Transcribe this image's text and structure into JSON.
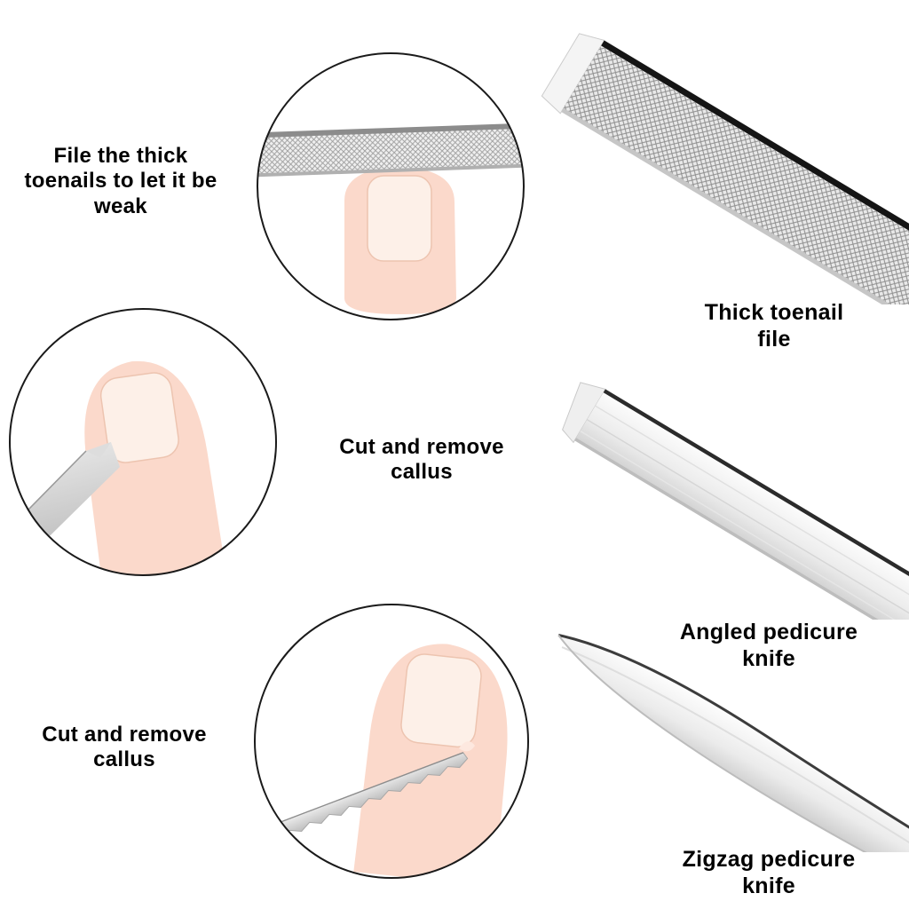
{
  "page": {
    "type": "product-usage-infographic",
    "background": "#ffffff"
  },
  "colors": {
    "text": "#000000",
    "circle_outline": "#1a1a1a",
    "skin": "#fbd9cb",
    "nail": "#fdf0e8",
    "nail_border": "#edc4b0",
    "metal_light": "#f2f2f2",
    "metal_mid": "#d9d9d9",
    "metal_dark": "#8f8f8f",
    "edge_dark": "#1c1c1c"
  },
  "sections": [
    {
      "id": "thick-toenail-file",
      "usage_caption": "File the thick\ntoenails to let it be\nweak",
      "product_label": "Thick toenail\nfile"
    },
    {
      "id": "angled-pedicure-knife",
      "usage_caption": "Cut and remove\ncallus",
      "product_label": "Angled pedicure\nknife"
    },
    {
      "id": "zigzag-pedicure-knife",
      "usage_caption": "Cut and remove\ncallus",
      "product_label": "Zigzag pedicure\nknife"
    }
  ]
}
